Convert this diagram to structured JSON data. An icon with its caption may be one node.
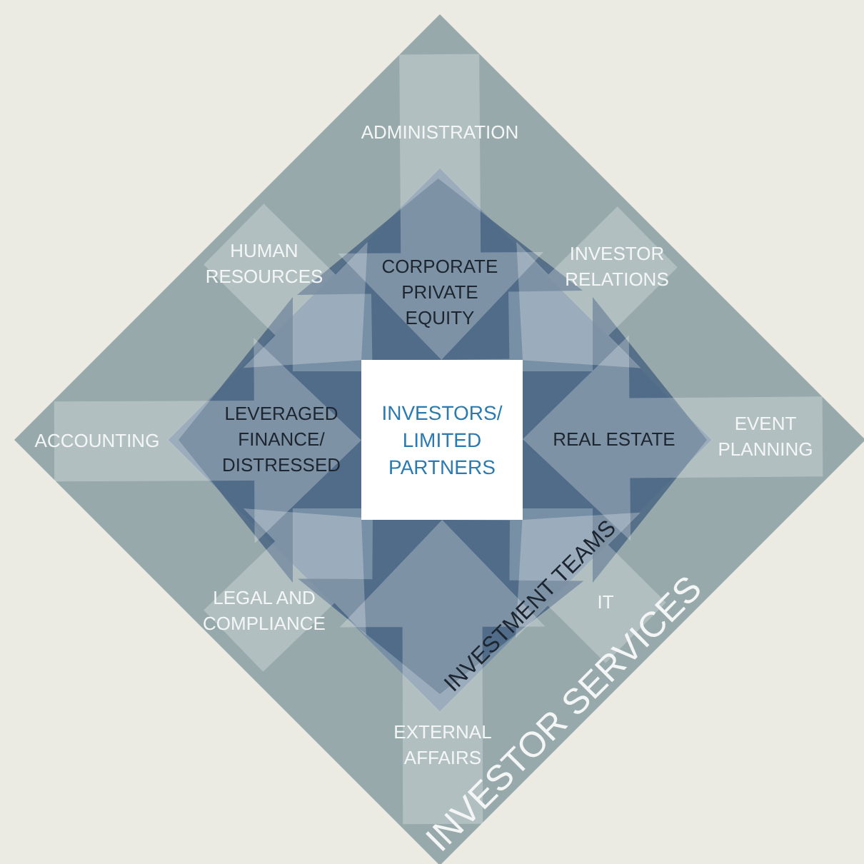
{
  "diagram": {
    "nodes": [
      {
        "text": [
          "INVESTOR SERVICES"
        ]
      },
      {
        "text": [
          "ADMINISTRATION"
        ],
        "in": 0
      },
      {
        "text": [
          "HUMAN RESOURCES"
        ],
        "in": 0
      },
      {
        "text": [
          "INVESTOR RELATIONS"
        ],
        "in": 0
      },
      {
        "text": [
          "ACCOUNTING"
        ],
        "in": 0
      },
      {
        "text": [
          "EVENT PLANNING"
        ],
        "in": 0
      },
      {
        "text": [
          "LEGAL AND COMPLIANCE"
        ],
        "in": 0
      },
      {
        "text": [
          "IT"
        ],
        "in": 0
      },
      {
        "text": [
          "EXTERNAL AFFAIRS"
        ],
        "in": 0
      },
      {
        "text": [
          "INVESTMENT TEAMS"
        ],
        "in": 0
      },
      {
        "text": [
          "CORPORATE PRIVATE EQUITY"
        ],
        "in": 9
      },
      {
        "text": [
          "LEVERAGED FINANCE/ DISTRESSED"
        ],
        "in": 9
      },
      {
        "text": [
          "REAL ESTATE"
        ],
        "in": 9
      },
      {
        "text": [
          "INVESTORS/ LIMITED PARTNERS"
        ],
        "in": 9
      }
    ],
    "edges": [
      {
        "from": 1,
        "to": 13,
        "arrow": "to"
      },
      {
        "from": 2,
        "to": 13,
        "arrow": "to"
      },
      {
        "from": 3,
        "to": 13,
        "arrow": "to"
      },
      {
        "from": 4,
        "to": 13,
        "arrow": "to"
      },
      {
        "from": 5,
        "to": 13,
        "arrow": "to"
      },
      {
        "from": 6,
        "to": 13,
        "arrow": "to"
      },
      {
        "from": 7,
        "to": 13,
        "arrow": "to"
      },
      {
        "from": 8,
        "to": 13,
        "arrow": "to"
      },
      {
        "from": 13,
        "to": 10,
        "arrow": "to",
        "color": "#4a6683"
      },
      {
        "from": 13,
        "to": 11,
        "arrow": "to",
        "color": "#4a6683"
      },
      {
        "from": 13,
        "to": 12,
        "arrow": "to",
        "color": "#4a6683"
      },
      {
        "from": 13,
        "to": 9,
        "arrow": "to",
        "color": "#4a6683"
      }
    ]
  }
}
